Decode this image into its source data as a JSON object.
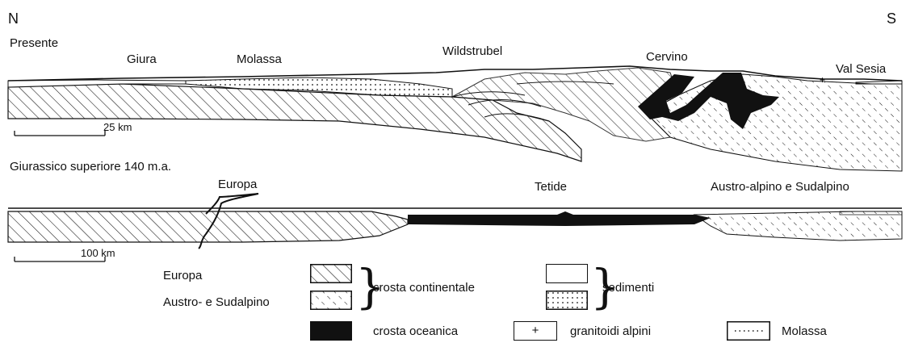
{
  "orientation": {
    "north": "N",
    "south": "S"
  },
  "present_section": {
    "title": "Presente",
    "places": [
      "Giura",
      "Molassa",
      "Wildstrubel",
      "Cervino",
      "Val Sesia"
    ],
    "scale": "25 km"
  },
  "jurassic_section": {
    "title": "Giurassico superiore 140 m.a.",
    "places": [
      "Europa",
      "Tetide",
      "Austro-alpino e Sudalpino"
    ],
    "scale": "100 km"
  },
  "legend": {
    "europa": "Europa",
    "austro": "Austro- e Sudalpino",
    "continental": "crosta continentale",
    "sediments": "sedimenti",
    "oceanic": "crosta oceanica",
    "granitoids": "granitoidi alpini",
    "granitoid_symbol": "+",
    "molassa": "Molassa"
  }
}
